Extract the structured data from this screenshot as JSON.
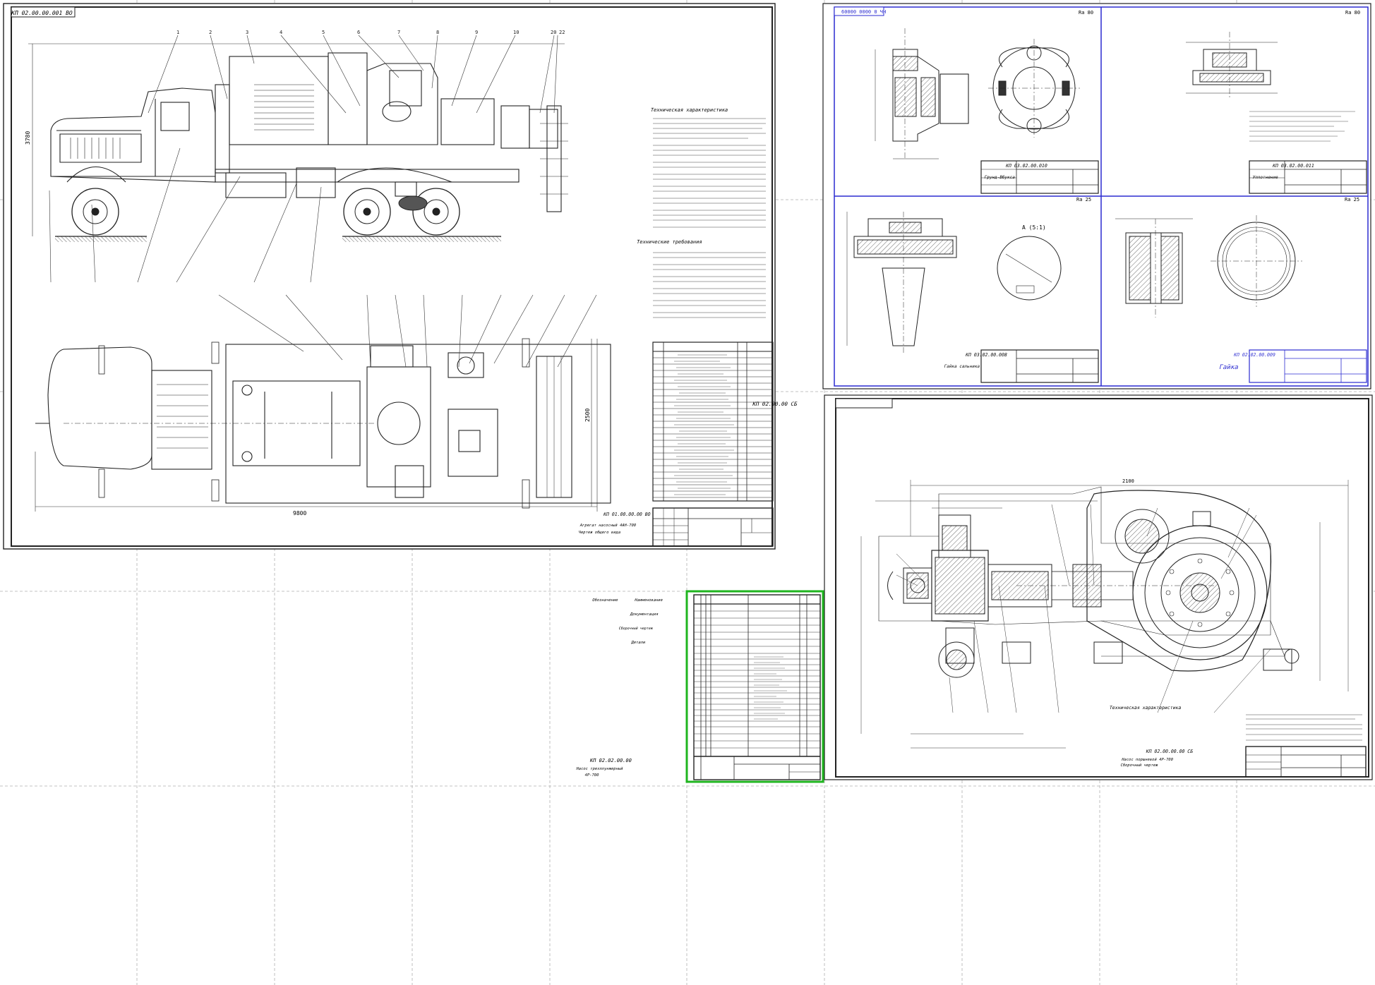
{
  "sheets": {
    "truck": {
      "code": "КП 02.00.00.001 ВО",
      "dim_height": "3780",
      "dim_length": "9800",
      "dim_width": "2500",
      "tech_title": "Техническая характеристика",
      "tech_req_title": "Технические требования",
      "title_code": "КП 01.00.00.00 ВО",
      "title_name1": "Агрегат насосный 4АН-700",
      "title_name2": "Чертеж общего вида"
    },
    "part1": {
      "code": "КП 03.02.00.010",
      "name": "Грунд-Вбуксa",
      "roughness": "Ra 80"
    },
    "part2": {
      "code": "КП 03.02.00.011",
      "name": "Уплотнение",
      "roughness": "Ra 80"
    },
    "part3": {
      "code": "КП 03.02.00.008",
      "name": "Гайка сальника",
      "detail": "А (5:1)",
      "roughness": "Ra 25"
    },
    "part4": {
      "code": "КП 02.02.00.009",
      "name": "Гайка",
      "roughness": "Ra 25"
    },
    "pump": {
      "code": "КП 02.00.00 СБ",
      "dim_top": "2100",
      "tech_title": "Техническая характеристика",
      "title_code": "КП 02.00.00.00 СБ",
      "title_name1": "Насос поршневой 4Р-700",
      "title_name2": "Сборочный чертеж"
    },
    "spec": {
      "col_format": "Обозначение",
      "col_name": "Наименование",
      "section_docs": "Документация",
      "doc_row": "Сборочный чертеж",
      "section_parts": "Детали",
      "title_code": "КП 02.02.00.00",
      "title_name1": "Насос трехплунжерный",
      "title_name2": "4Р-700"
    }
  }
}
